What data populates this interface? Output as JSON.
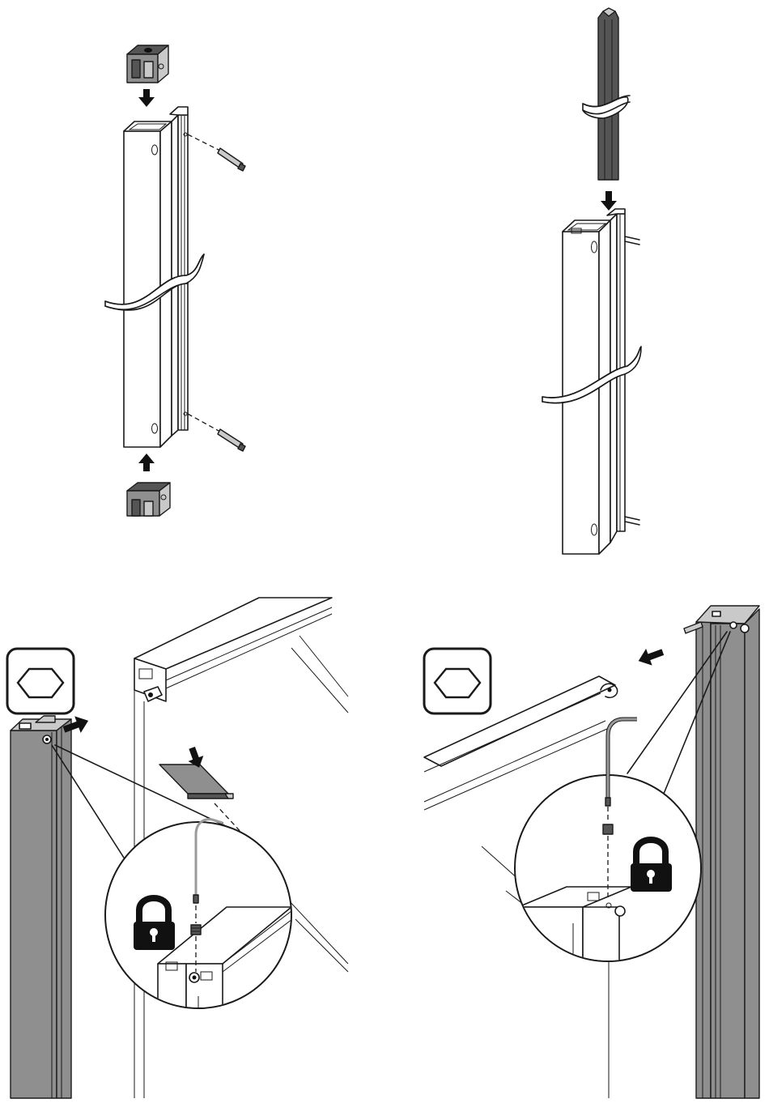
{
  "figure": {
    "panels": [
      {
        "id": "step-1",
        "description_icons": [
          "end-cap-insert",
          "threaded-pin"
        ]
      },
      {
        "id": "step-2",
        "description_icons": [
          "seal-profile-insert"
        ]
      },
      {
        "id": "step-3",
        "tool_icon": "hex-key-icon",
        "status_icon": "padlock-icon"
      },
      {
        "id": "step-4",
        "tool_icon": "hex-key-icon",
        "status_icon": "padlock-icon"
      }
    ]
  },
  "colors": {
    "line": "#1a1a1a",
    "profile_gray": "#8f8f8f",
    "light_gray": "#c9c9c9",
    "dark_part": "#555555",
    "background": "#ffffff"
  }
}
